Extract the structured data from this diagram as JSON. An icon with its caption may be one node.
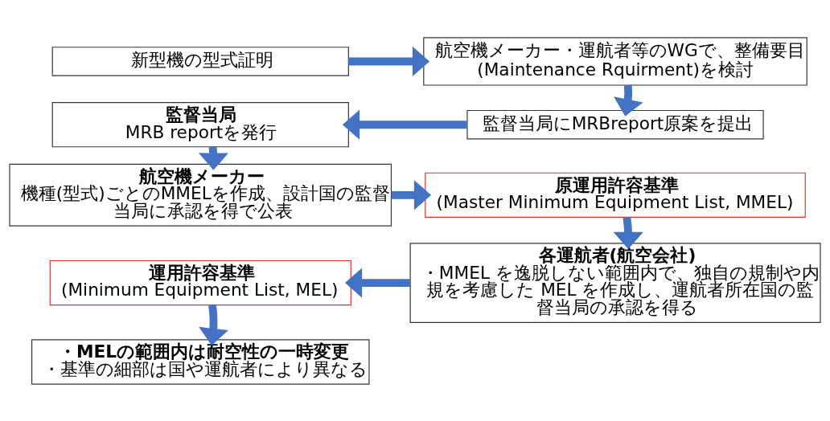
{
  "diagram": {
    "nodes": [
      {
        "text": [
          "新型機の型式証明"
        ]
      },
      {
        "text": [
          "航空機メーカー・運航者等のWGで、整備要目(Maintenance Rquirment)を検討"
        ]
      },
      {
        "text": [
          "監督当局にMRBreport原案を提出"
        ]
      },
      {
        "text": [
          "監督当局",
          "MRB reportを発行"
        ]
      },
      {
        "text": [
          "航空機メーカー",
          "機種(型式)ごとのMMELを作成、設計国の監督当局に承認を得で公表"
        ]
      },
      {
        "text": [
          "原運用許容基準",
          "(Master Minimum Equipment List, MMEL)"
        ]
      },
      {
        "text": [
          "各運航者(航空会社)",
          "・MMEL を逸脱しない範囲内で、独自の規制や内規を考慮した MEL を作成し、運航者所在国の監督当局の承認を得る"
        ]
      },
      {
        "text": [
          "運用許容基準",
          "(Minimum Equipment List, MEL)"
        ]
      },
      {
        "text": [
          "・MELの範囲内は耐空性の一時変更",
          "・基準の細部は国や運航者により異なる"
        ]
      }
    ],
    "edges": [
      {
        "from": 0,
        "to": 1,
        "arrow": "to"
      },
      {
        "from": 1,
        "to": 2,
        "arrow": "to"
      },
      {
        "from": 2,
        "to": 3,
        "arrow": "to"
      },
      {
        "from": 3,
        "to": 4,
        "arrow": "to"
      },
      {
        "from": 4,
        "to": 5,
        "arrow": "to"
      },
      {
        "from": 5,
        "to": 6,
        "arrow": "to"
      },
      {
        "from": 6,
        "to": 7,
        "arrow": "to"
      },
      {
        "from": 7,
        "to": 8,
        "arrow": "to"
      }
    ]
  }
}
